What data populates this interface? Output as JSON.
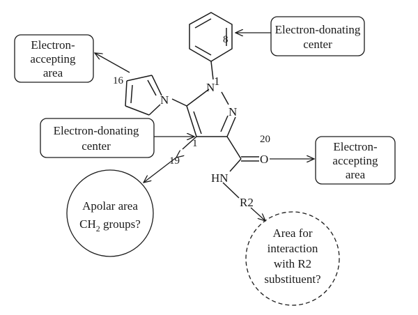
{
  "boxes": {
    "donating_top": [
      "Electron-donating",
      "center"
    ],
    "accepting_left": [
      "Electron-",
      "accepting",
      "area"
    ],
    "donating_mid": [
      "Electron-donating",
      "center"
    ],
    "accepting_right": [
      "Electron-",
      "accepting",
      "area"
    ]
  },
  "circles": {
    "apolar": {
      "line1": "Apolar area",
      "line2_main": "CH",
      "line2_sub": "2",
      "line2_rest": " groups?"
    },
    "interaction": [
      "Area for",
      "interaction",
      "with R2",
      "substituent?"
    ]
  },
  "atoms": {
    "n1": "N",
    "n1_dot": "1",
    "n2": "N",
    "n_pyrrole": "N",
    "oxygen": "O",
    "hn": "HN",
    "r2": "R2"
  },
  "positions": {
    "p8": "8",
    "p16": "16",
    "p1": "1",
    "p19": "19",
    "p20": "20"
  }
}
